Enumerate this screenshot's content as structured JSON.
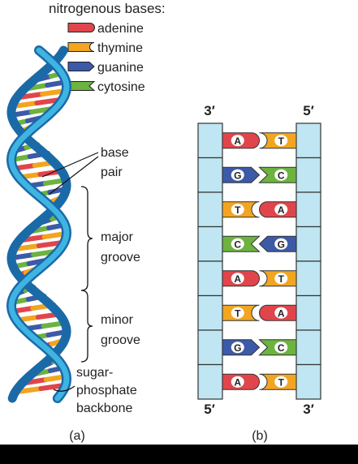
{
  "legend": {
    "title": "nitrogenous bases:",
    "items": [
      {
        "name": "adenine",
        "color": "#e0454b",
        "shape": "round-end"
      },
      {
        "name": "thymine",
        "color": "#f2a520",
        "shape": "notched-end"
      },
      {
        "name": "guanine",
        "color": "#3c5aa8",
        "shape": "point-end"
      },
      {
        "name": "cytosine",
        "color": "#6cb33f",
        "shape": "v-notch-end"
      }
    ]
  },
  "colors": {
    "backbone_dark": "#1a6aa8",
    "backbone_light": "#3fb4e2",
    "ladder_rail": "#bfe6f2"
  },
  "panel_a": {
    "label_base_pair": [
      "base",
      "pair"
    ],
    "label_major_groove": [
      "major",
      "groove"
    ],
    "label_minor_groove": [
      "minor",
      "groove"
    ],
    "label_backbone": [
      "sugar-",
      "phosphate",
      "backbone"
    ],
    "caption": "(a)"
  },
  "panel_b": {
    "top_left": "3′",
    "top_right": "5′",
    "bottom_left": "5′",
    "bottom_right": "3′",
    "caption": "(b)",
    "pairs": [
      {
        "left": "A",
        "right": "T"
      },
      {
        "left": "G",
        "right": "C"
      },
      {
        "left": "T",
        "right": "A"
      },
      {
        "left": "C",
        "right": "G"
      },
      {
        "left": "A",
        "right": "T"
      },
      {
        "left": "T",
        "right": "A"
      },
      {
        "left": "G",
        "right": "C"
      },
      {
        "left": "A",
        "right": "T"
      }
    ]
  }
}
